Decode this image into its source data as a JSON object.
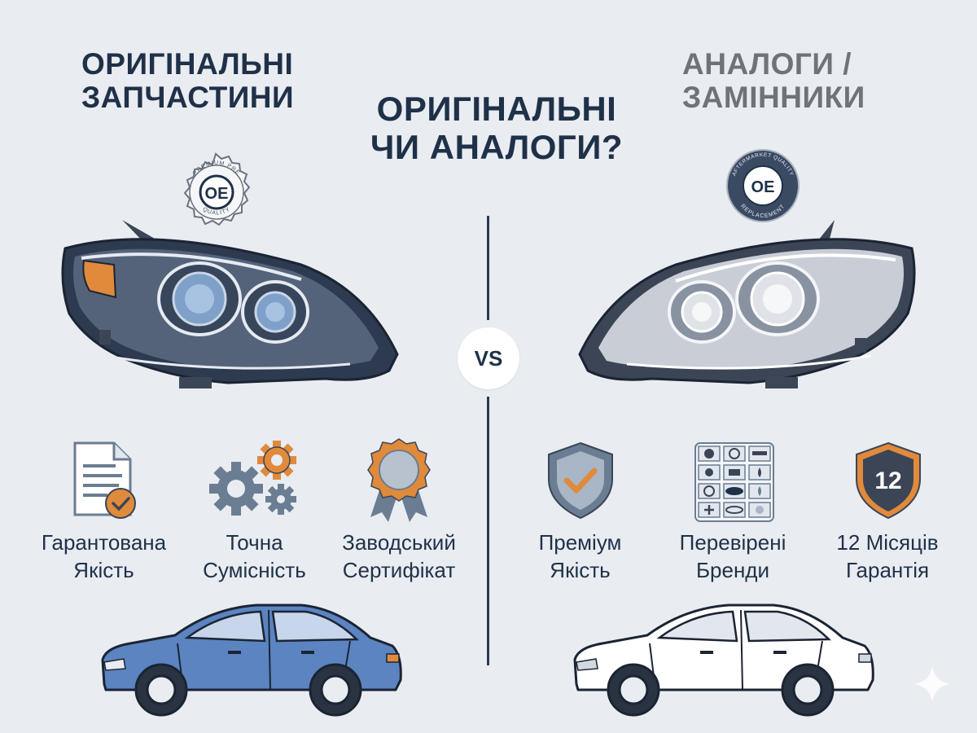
{
  "titles": {
    "left": [
      "ОРИГІНАЛЬНІ",
      "ЗАПЧАСТИНИ"
    ],
    "center": [
      "ОРИГІНАЛЬНІ",
      "ЧИ АНАЛОГИ?"
    ],
    "right": [
      "АНАЛОГИ /",
      "ЗАМІННИКИ"
    ]
  },
  "vs_label": "VS",
  "badges": {
    "left": {
      "code": "OE",
      "arc_top": "PREMIUM PRE",
      "arc_bottom": "QUALITY"
    },
    "right": {
      "code": "OE",
      "arc_top": "AFTERMARKET QUALITY",
      "arc_bottom": "REPLACEMENT"
    }
  },
  "features_left": [
    {
      "icon": "document-check-icon",
      "lines": [
        "Гарантована",
        "Якість"
      ]
    },
    {
      "icon": "gears-icon",
      "lines": [
        "Точна",
        "Сумісність"
      ]
    },
    {
      "icon": "award-ribbon-icon",
      "lines": [
        "Заводський",
        "Сертифікат"
      ]
    }
  ],
  "features_right": [
    {
      "icon": "shield-check-icon",
      "lines": [
        "Преміум",
        "Якість"
      ]
    },
    {
      "icon": "brand-grid-icon",
      "lines": [
        "Перевірені",
        "Бренди"
      ]
    },
    {
      "icon": "shield-12-icon",
      "number": "12",
      "lines": [
        "12 Місяців",
        "Гарантія"
      ]
    }
  ],
  "colors": {
    "background": "#e9ecf1",
    "navy": "#1f3148",
    "slate": "#6b7d92",
    "orange": "#e08a3c",
    "car_blue": "#5b84c0",
    "grey_title": "#6e7378"
  }
}
